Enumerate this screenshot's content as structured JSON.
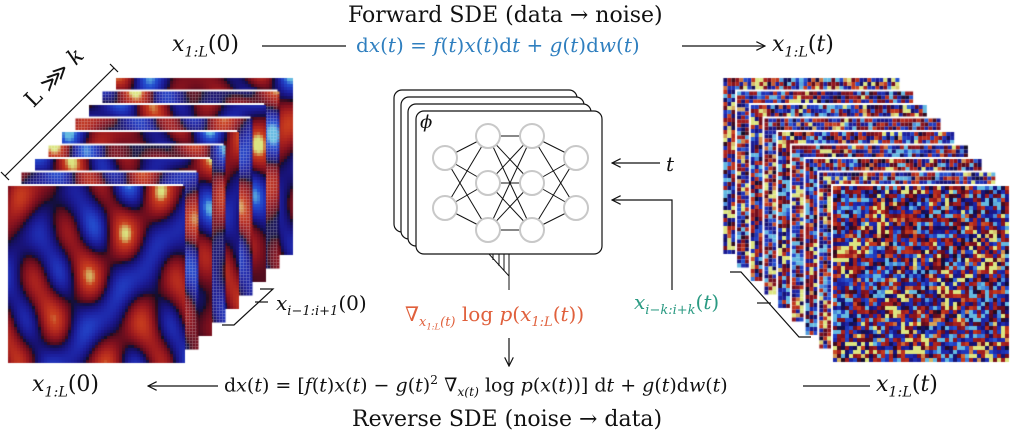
{
  "forward": {
    "title": "Forward SDE (data → noise)",
    "left_label": "x₁:L(0)",
    "equation": "dx(t) = f(t)x(t)dt + g(t)dw(t)",
    "right_label": "x₁:L(t)",
    "color": "#2f7fbf"
  },
  "reverse": {
    "title": "Reverse SDE (noise → data)",
    "left_label": "x₁:L(0)",
    "equation": "dx(t) = [f(t)x(t) − g(t)² ∇x(t) log p(x(t))] dt + g(t)dw(t)",
    "right_label": "x₁:L(t)"
  },
  "left_stack": {
    "length_label": "L ⋙ k",
    "window_label": "x i−1:i+1 (0)",
    "frames": 9,
    "kind": "smooth turbulent vorticity fields"
  },
  "right_stack": {
    "window_label": "x i−k:i+k (t)",
    "frames": 9,
    "kind": "noisy fields",
    "label_color": "#2a9a82"
  },
  "network": {
    "param_label": "ϕ",
    "time_input": "t",
    "layers": [
      2,
      3,
      3,
      2
    ],
    "copies": 4
  },
  "score": {
    "label": "∇x₁:L(t) log p(x₁:L(t))",
    "color": "#e0603c"
  },
  "colors": {
    "forward_eq": "#2f7fbf",
    "score": "#e0603c",
    "window": "#2a9a82",
    "node_stroke": "#c8c8c8"
  }
}
